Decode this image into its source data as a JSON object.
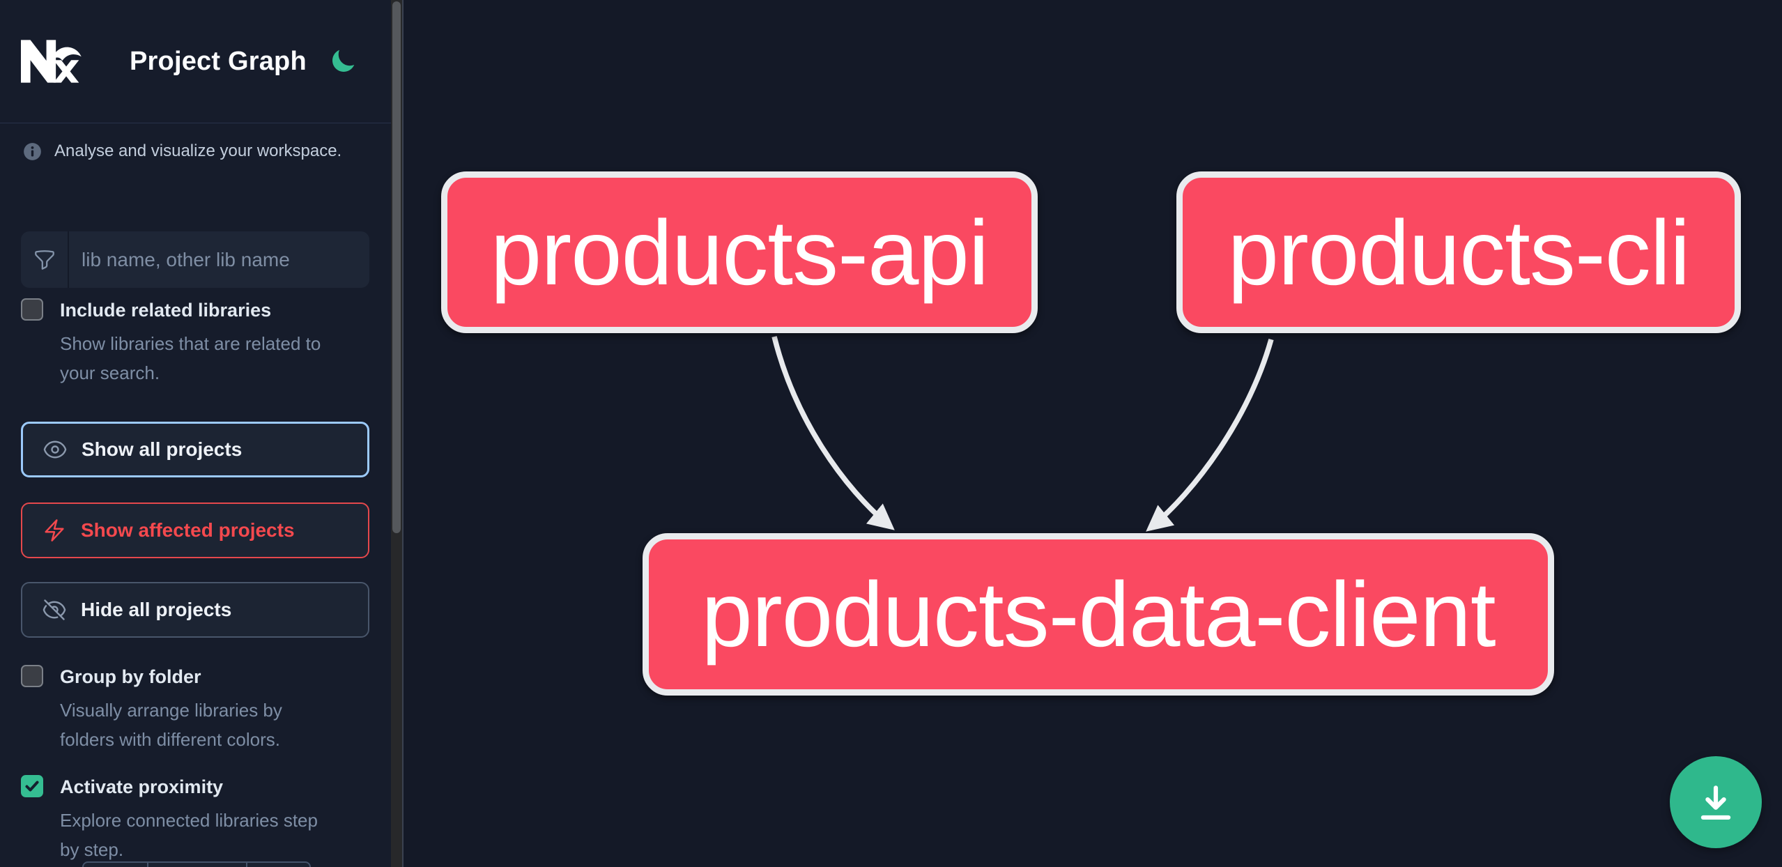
{
  "header": {
    "app_name": "Nx",
    "title": "Project Graph",
    "theme_toggle_icon": "moon-icon"
  },
  "sidebar": {
    "tagline": "Analyse and visualize your workspace.",
    "search": {
      "placeholder": "lib name, other lib name",
      "icon": "funnel-icon",
      "value": ""
    },
    "toggles": [
      {
        "label": "Include related libraries",
        "description": "Show libraries that are related to\nyour search.",
        "checked": false
      },
      {
        "label": "Group by folder",
        "description": "Visually arrange libraries by\nfolders with different colors.",
        "checked": false
      },
      {
        "label": "Activate proximity",
        "description": "Explore connected libraries step\nby step.",
        "checked": true
      }
    ],
    "actions": [
      {
        "label": "Show all projects",
        "icon": "eye-icon",
        "accent": "#9ccafc"
      },
      {
        "label": "Show affected projects",
        "icon": "bolt-icon",
        "accent": "#e5484c"
      },
      {
        "label": "Hide all projects",
        "icon": "eye-off-icon",
        "accent": "#49566b"
      }
    ]
  },
  "graph": {
    "nodes": [
      {
        "id": "products-api",
        "label": "products-api"
      },
      {
        "id": "products-cli",
        "label": "products-cli"
      },
      {
        "id": "products-data-client",
        "label": "products-data-client"
      }
    ],
    "edges": [
      {
        "from": "products-api",
        "to": "products-data-client"
      },
      {
        "from": "products-cli",
        "to": "products-data-client"
      }
    ]
  },
  "fab": {
    "icon": "download-icon"
  },
  "colors": {
    "node_fill": "#fa4961",
    "node_border": "#e9ebee",
    "edge": "#e8eaed",
    "accent_green": "#35bd92",
    "accent_blue": "#9ccafc",
    "accent_red": "#e5484c",
    "sidebar_bg": "#161c2b",
    "canvas_bg": "#141927"
  }
}
